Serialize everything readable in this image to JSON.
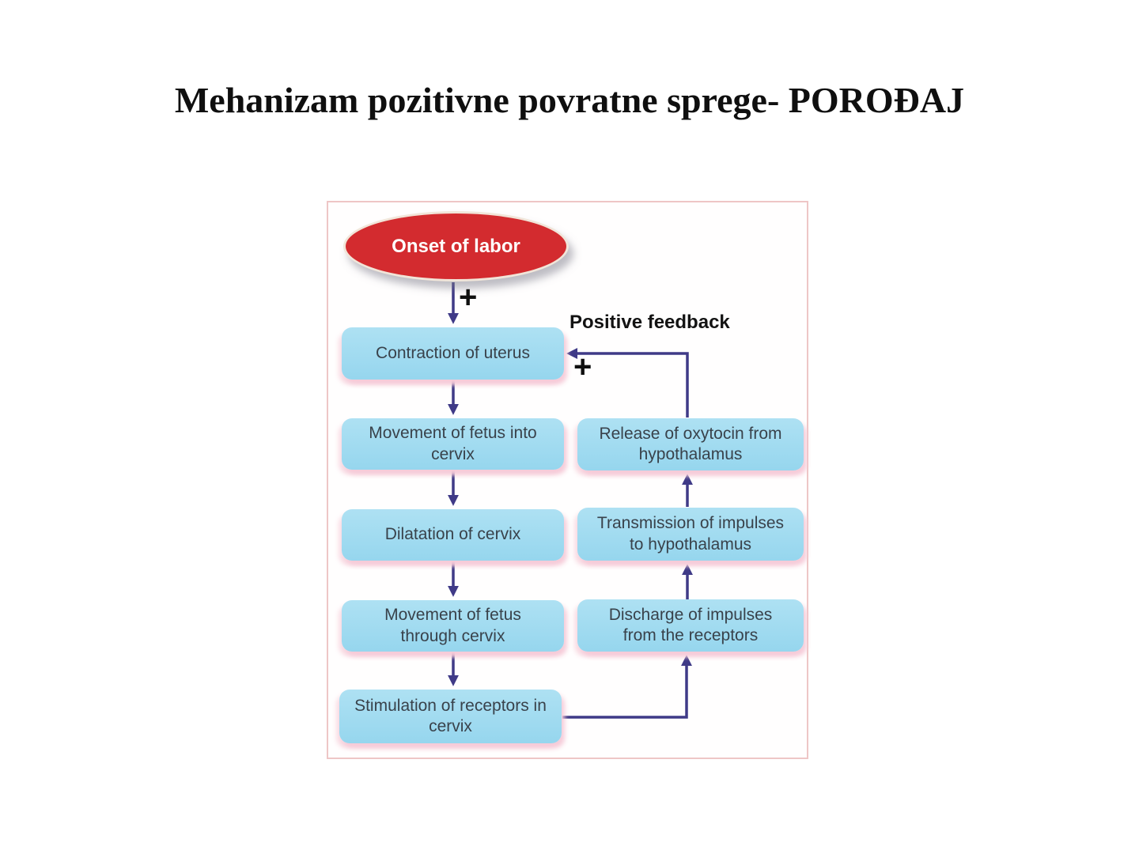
{
  "page": {
    "title": "Mehanizam pozitivne povratne sprege- POROĐAJ"
  },
  "diagram": {
    "start_node": {
      "label": "Onset of labor"
    },
    "feedback_label": "Positive feedback",
    "plus_initial": "+",
    "plus_feedback": "+",
    "left_column": [
      {
        "label": "Contraction of uterus"
      },
      {
        "label": "Movement of fetus into cervix"
      },
      {
        "label": "Dilatation of cervix"
      },
      {
        "label": "Movement of fetus through cervix"
      },
      {
        "label": "Stimulation of receptors in cervix"
      }
    ],
    "right_column": [
      {
        "label": "Release of oxytocin from hypothalamus"
      },
      {
        "label": "Transmission of impulses to hypothalamus"
      },
      {
        "label": "Discharge of impulses from the receptors"
      }
    ],
    "colors": {
      "start_node_fill": "#d32b2f",
      "process_node_fill": "#9edaf0",
      "arrow": "#3f3a87",
      "panel_border": "#eec6c6",
      "node_shadow_pink": "#f6c9d7"
    }
  }
}
